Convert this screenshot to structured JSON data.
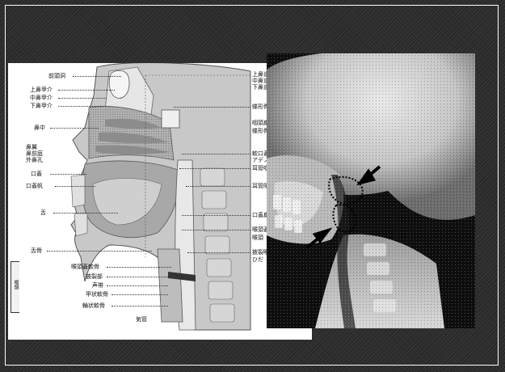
{
  "anatomy": {
    "left_labels": [
      "前頭洞",
      "上鼻甲介",
      "中鼻甲介",
      "下鼻甲介",
      "鼻中",
      "鼻翼",
      "鼻前庭",
      "外鼻孔",
      "口蓋",
      "口蓋帆",
      "舌",
      "舌骨"
    ],
    "bottom_labels": [
      "喉頭蓋軟骨",
      "披裂部",
      "声帯",
      "甲状軟骨",
      "輪状軟骨"
    ],
    "bottom_extra": "気管",
    "bracket_label": "喉頭",
    "right_labels": [
      "上鼻道",
      "中鼻道",
      "下鼻道",
      "蝶形骨",
      "咽頭扁",
      "蝶形骨",
      "軟口蓋",
      "アデノ",
      "耳管咽",
      "耳管隆",
      "口蓋扁",
      "喉頭蓋",
      "喉頭",
      "披裂喉",
      "ひだ"
    ]
  },
  "xray": {
    "annotation": "dotted outline with two arrows"
  },
  "colors": {
    "background": "#2d2d2d",
    "panel": "#ffffff",
    "tissue_gray": "#9a9a9a",
    "bone": "#d9d9d9"
  }
}
